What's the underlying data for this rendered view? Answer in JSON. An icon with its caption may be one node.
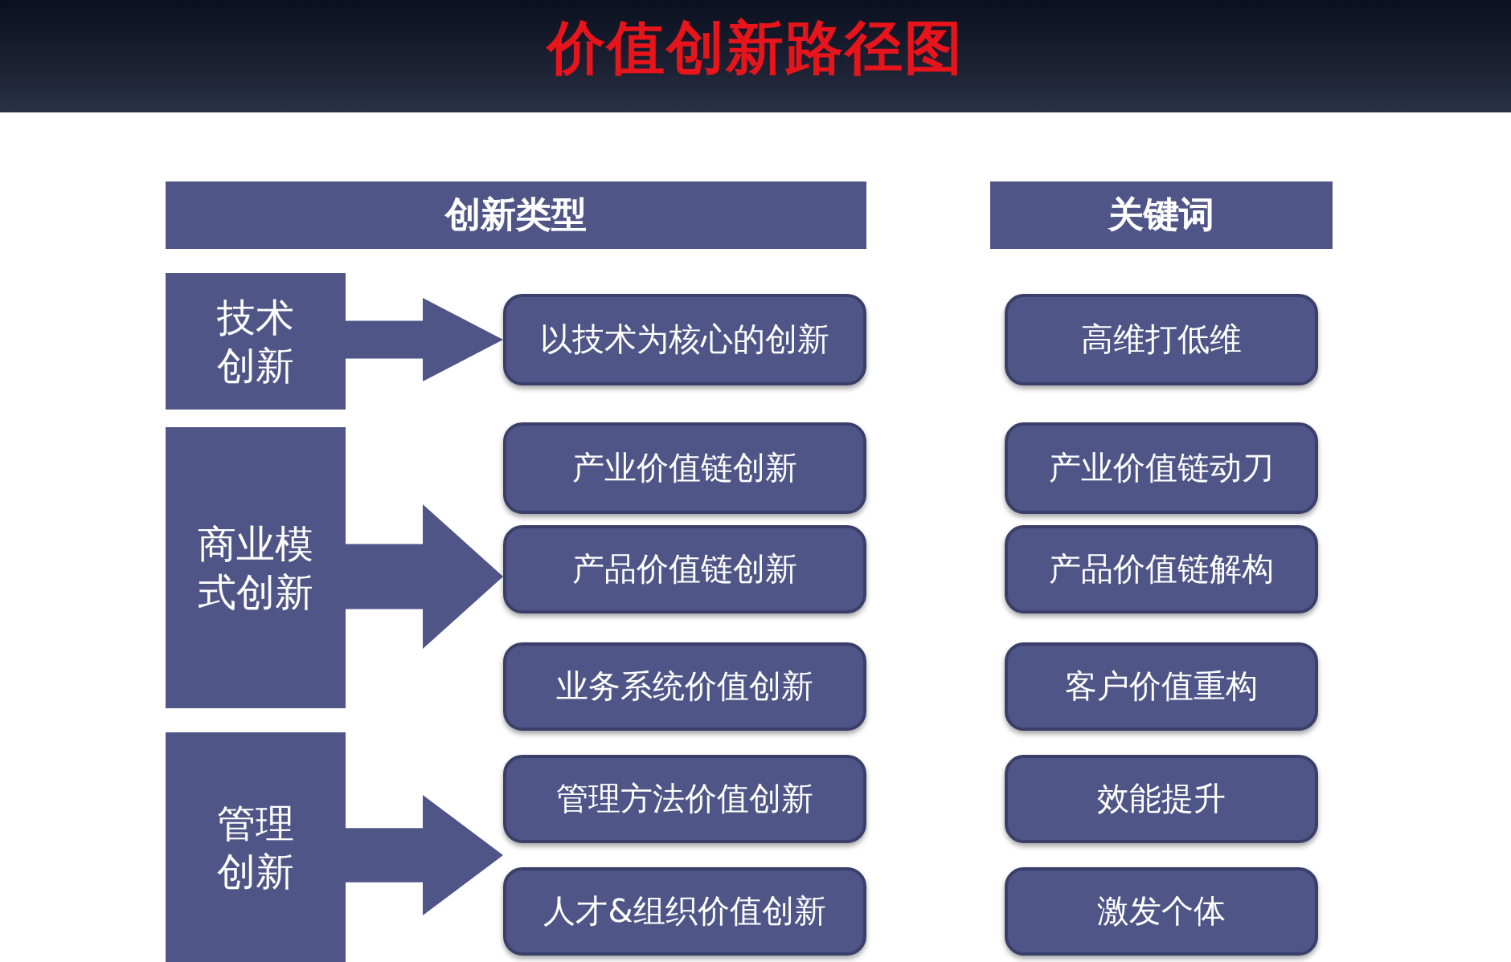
{
  "diagram": {
    "title": "价值创新路径图",
    "nodes": [
      {
        "text": [
          "创新类型"
        ]
      },
      {
        "text": [
          "技术创新"
        ]
      },
      {
        "text": [
          "以技术为核心的创新"
        ]
      },
      {
        "text": [
          "商业模式创新"
        ]
      },
      {
        "text": [
          "产业价值链创新"
        ]
      },
      {
        "text": [
          "产品价值链创新"
        ]
      },
      {
        "text": [
          "业务系统价值创新"
        ]
      },
      {
        "text": [
          "管理创新"
        ]
      },
      {
        "text": [
          "管理方法价值创新"
        ]
      },
      {
        "text": [
          "人才&组织价值创新"
        ]
      },
      {
        "text": [
          "关键词"
        ]
      },
      {
        "text": [
          "高维打低维"
        ]
      },
      {
        "text": [
          "产业价值链动刀"
        ]
      },
      {
        "text": [
          "产品价值链解构"
        ]
      },
      {
        "text": [
          "客户价值重构"
        ]
      },
      {
        "text": [
          "效能提升"
        ]
      },
      {
        "text": [
          "激发个体"
        ]
      }
    ],
    "edges": [
      {
        "from": 1,
        "to": 2,
        "arrow": "to"
      },
      {
        "from": 3,
        "to": 4,
        "arrow": "to"
      },
      {
        "from": 3,
        "to": 5,
        "arrow": "to"
      },
      {
        "from": 3,
        "to": 6,
        "arrow": "to"
      },
      {
        "from": 7,
        "to": 8,
        "arrow": "to"
      },
      {
        "from": 7,
        "to": 9,
        "arrow": "to"
      }
    ]
  }
}
